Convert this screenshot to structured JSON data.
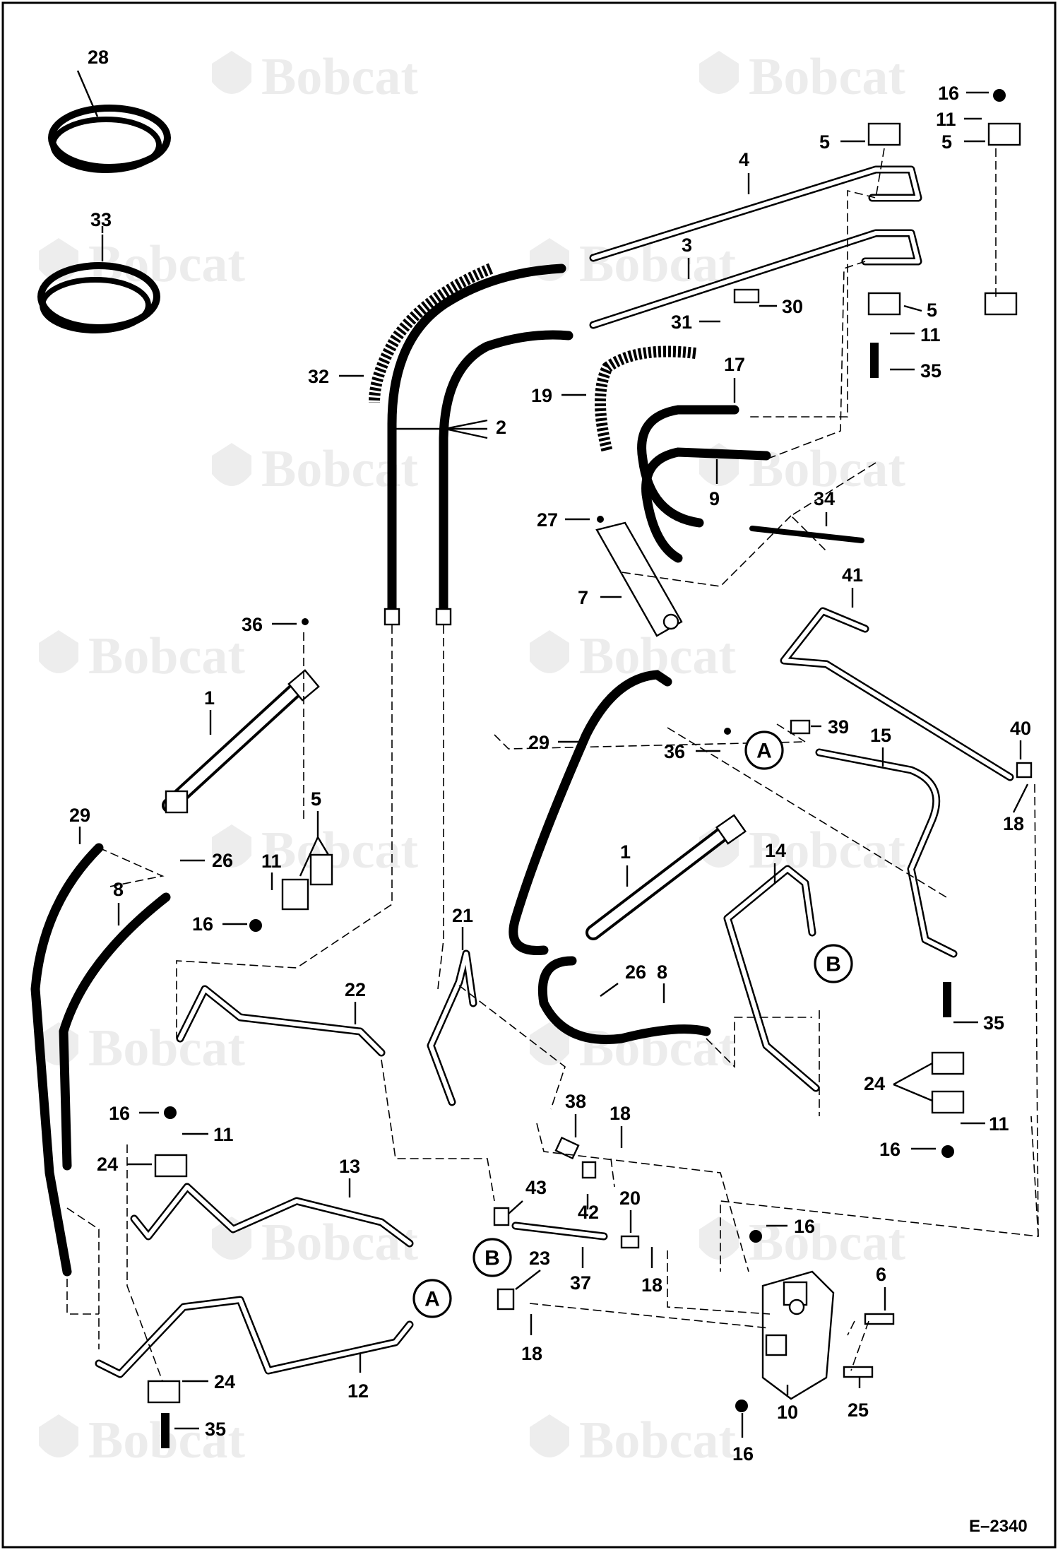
{
  "watermark": {
    "text": "Bobcat"
  },
  "figure_ref": "E–2340",
  "reference_markers": [
    "A",
    "A",
    "B",
    "B"
  ],
  "callouts": [
    "28",
    "33",
    "32",
    "2",
    "4",
    "3",
    "5",
    "5",
    "5",
    "5",
    "16",
    "11",
    "30",
    "31",
    "11",
    "35",
    "19",
    "17",
    "9",
    "34",
    "27",
    "7",
    "41",
    "40",
    "18",
    "39",
    "15",
    "36",
    "1",
    "29",
    "8",
    "26",
    "11",
    "16",
    "5",
    "21",
    "22",
    "29",
    "1",
    "36",
    "14",
    "26",
    "8",
    "35",
    "24",
    "11",
    "16",
    "16",
    "11",
    "24",
    "13",
    "38",
    "18",
    "42",
    "43",
    "20",
    "37",
    "18",
    "23",
    "18",
    "16",
    "6",
    "25",
    "10",
    "16",
    "12",
    "24",
    "35"
  ]
}
